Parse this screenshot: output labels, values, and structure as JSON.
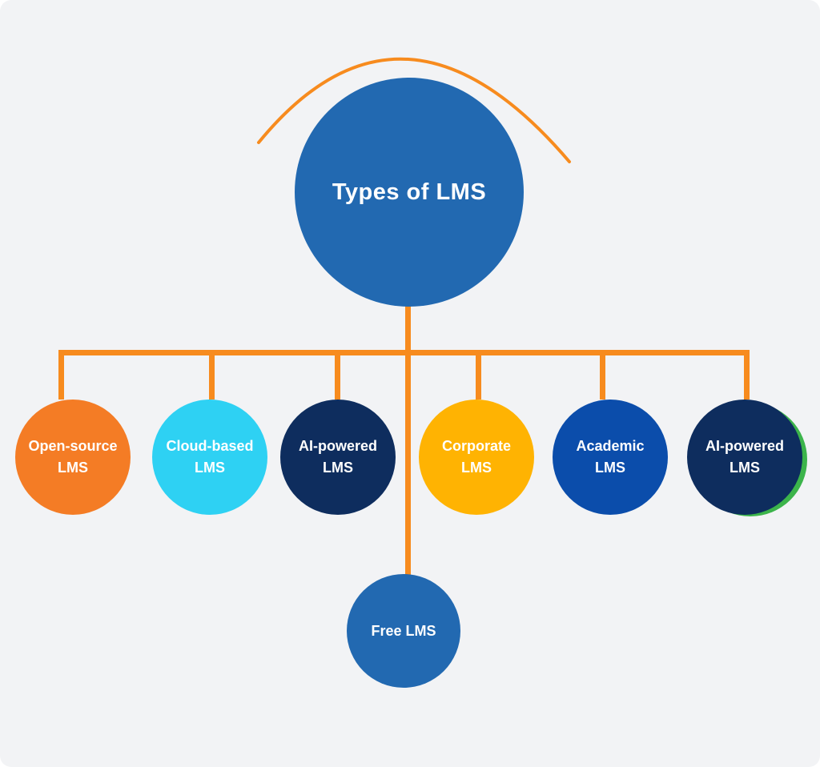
{
  "page": {
    "background": "#f2f3f5"
  },
  "connectors": {
    "color": "#f78b1e"
  },
  "root": {
    "label": "Types of LMS",
    "color": "#2269b1",
    "text_color": "#ffffff"
  },
  "children": [
    {
      "line1": "Open-source",
      "line2": "LMS",
      "color": "#f47c25"
    },
    {
      "line1": "Cloud-based",
      "line2": "LMS",
      "color": "#2ed1f3"
    },
    {
      "line1": "AI-powered",
      "line2": "LMS",
      "color": "#0e2d5e"
    },
    {
      "line1": "Corporate",
      "line2": "LMS",
      "color": "#ffb302"
    },
    {
      "line1": "Academic",
      "line2": "LMS",
      "color": "#0b4dab"
    },
    {
      "line1": "AI-powered",
      "line2": "LMS",
      "color": "#0e2d5e",
      "accent_color": "#3cb44b"
    }
  ],
  "bottom": {
    "label": "Free LMS",
    "color": "#2269b1",
    "text_color": "#ffffff"
  }
}
